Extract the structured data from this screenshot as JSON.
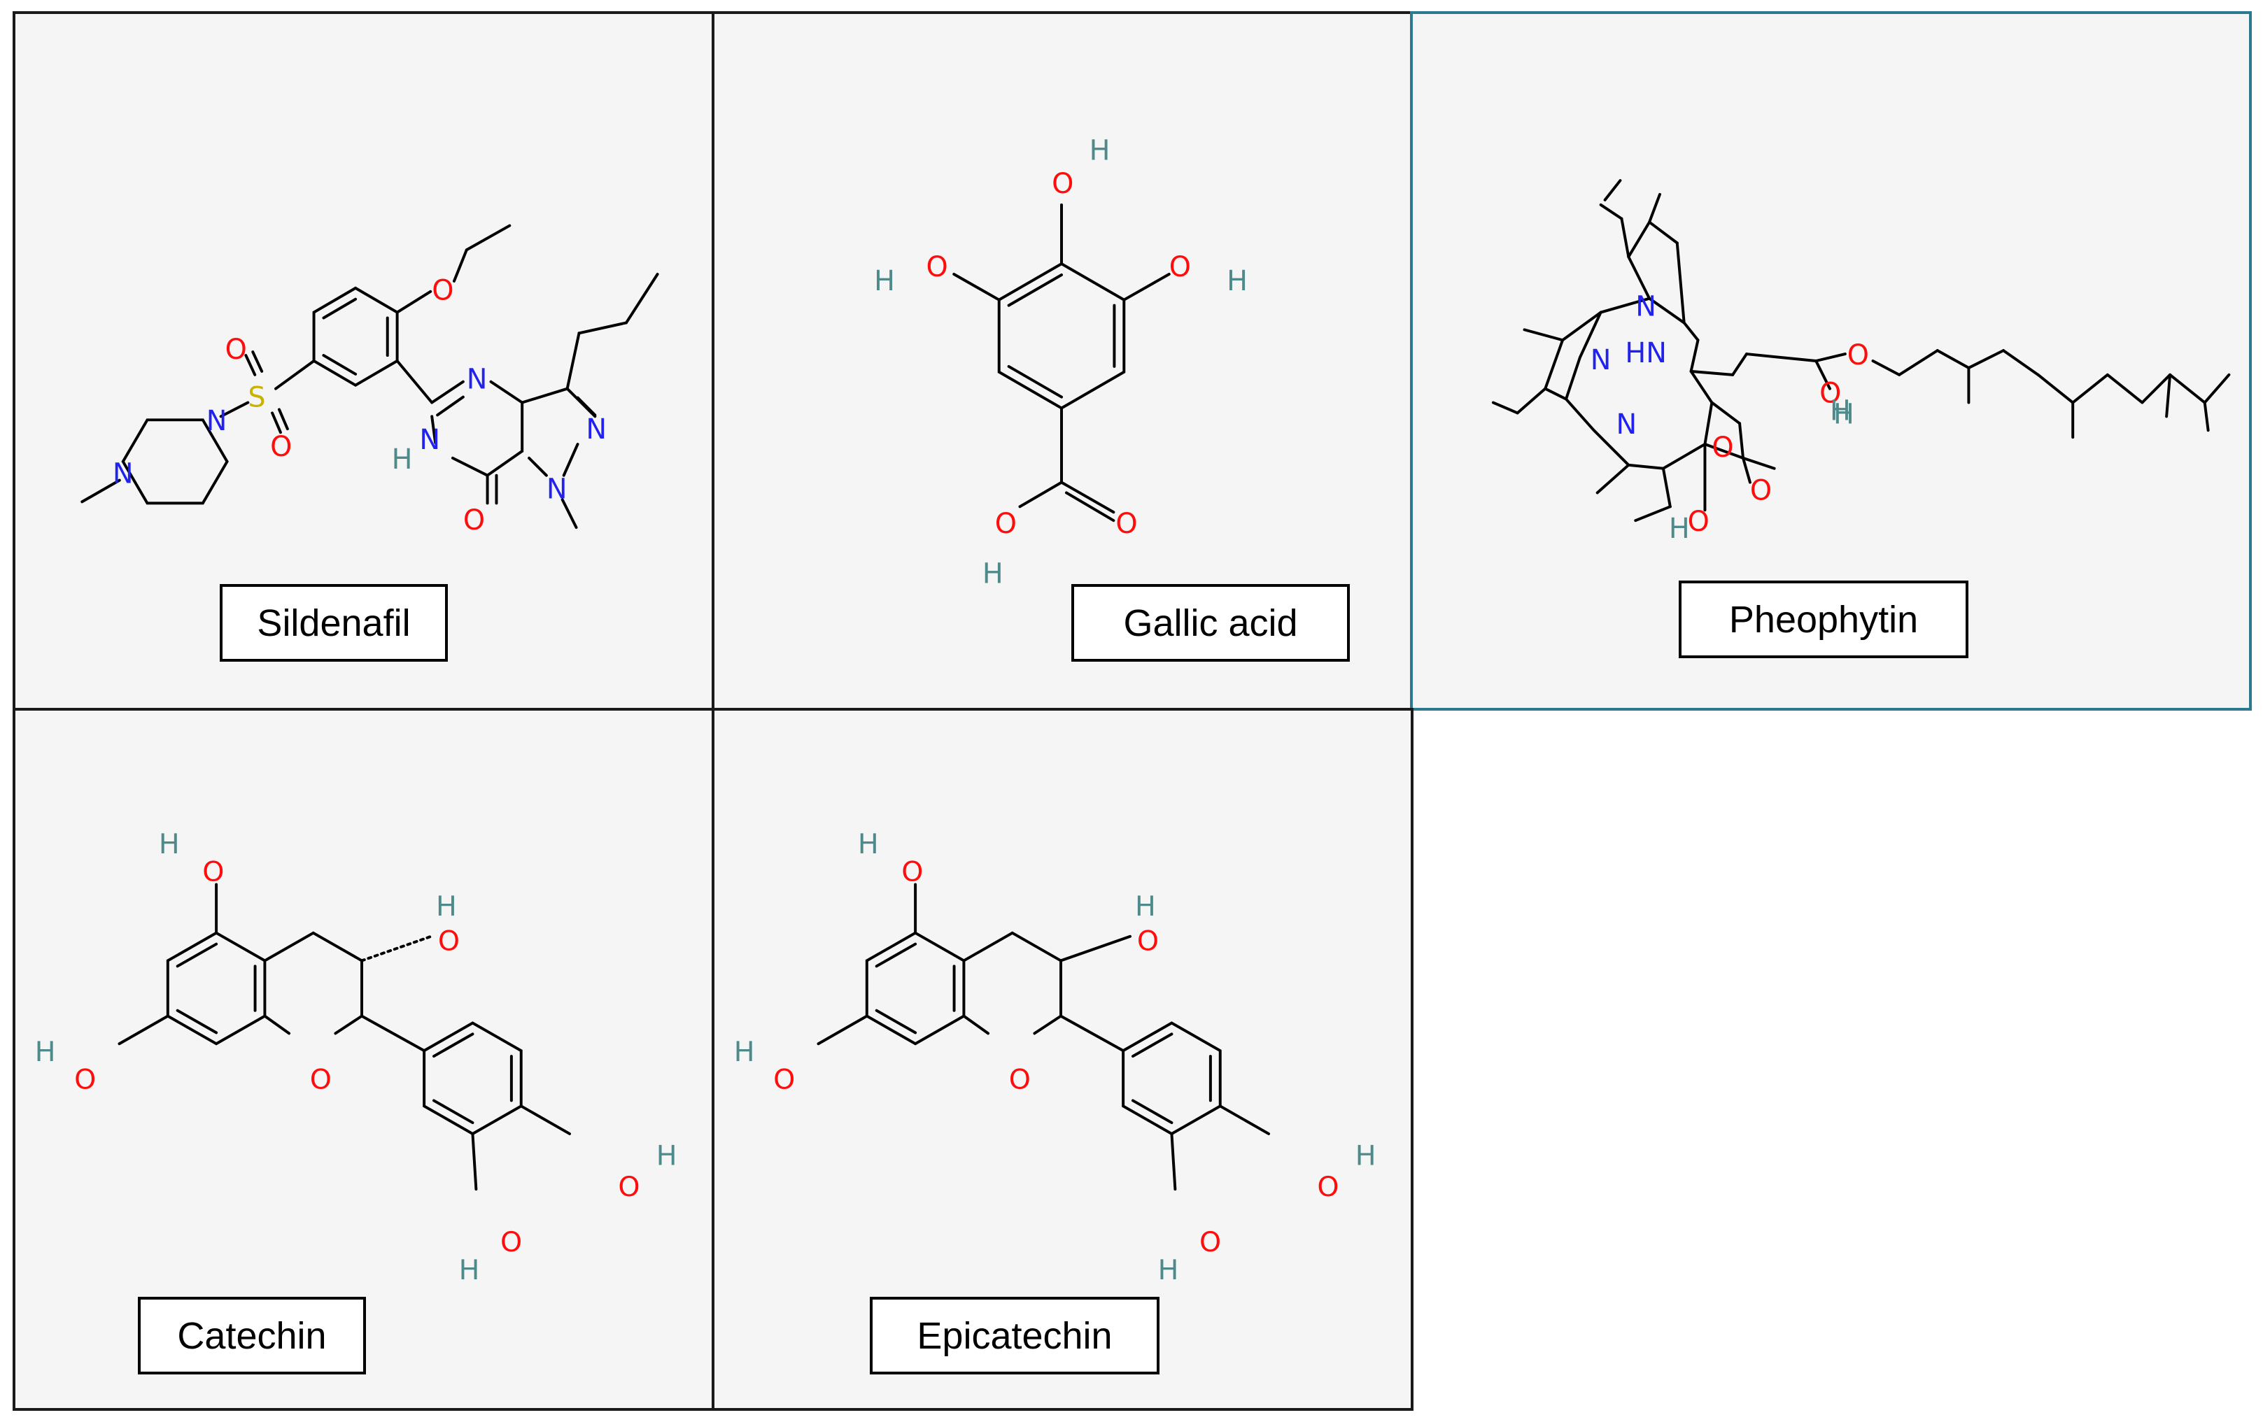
{
  "colors": {
    "oxygen": "#ff0d0d",
    "nitrogen": "#2222ee",
    "hydrogen": "#4f8a8b",
    "sulfur": "#c8b400",
    "frame_teal": "#2b7a8f"
  },
  "atoms": {
    "O": "O",
    "N": "N",
    "H": "H",
    "S": "S",
    "HN": "HN"
  },
  "panels": [
    {
      "name": "Sildenafil"
    },
    {
      "name": "Gallic acid"
    },
    {
      "name": "Pheophytin"
    },
    {
      "name": "Catechin"
    },
    {
      "name": "Epicatechin"
    }
  ]
}
